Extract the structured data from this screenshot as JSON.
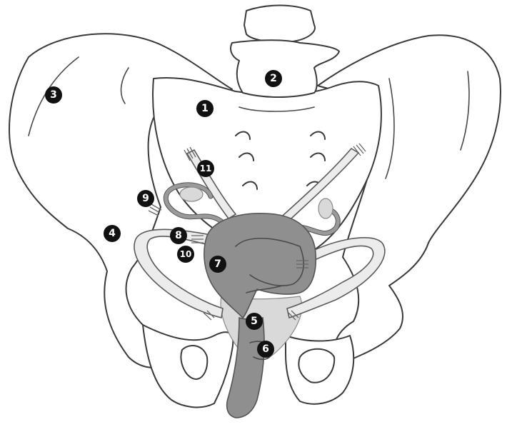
{
  "markers": [
    {
      "id": "1",
      "label": "1"
    },
    {
      "id": "2",
      "label": "2"
    },
    {
      "id": "3",
      "label": "3"
    },
    {
      "id": "4",
      "label": "4"
    },
    {
      "id": "5",
      "label": "5"
    },
    {
      "id": "6",
      "label": "6"
    },
    {
      "id": "7",
      "label": "7"
    },
    {
      "id": "8",
      "label": "8"
    },
    {
      "id": "9",
      "label": "9"
    },
    {
      "id": "10",
      "label": "10"
    },
    {
      "id": "11",
      "label": "11"
    }
  ],
  "colors": {
    "outline": "#3a3a3a",
    "organ": "#8f8f8f",
    "ligament": "#ececec",
    "marker": "#111111",
    "marker_text": "#ffffff"
  }
}
